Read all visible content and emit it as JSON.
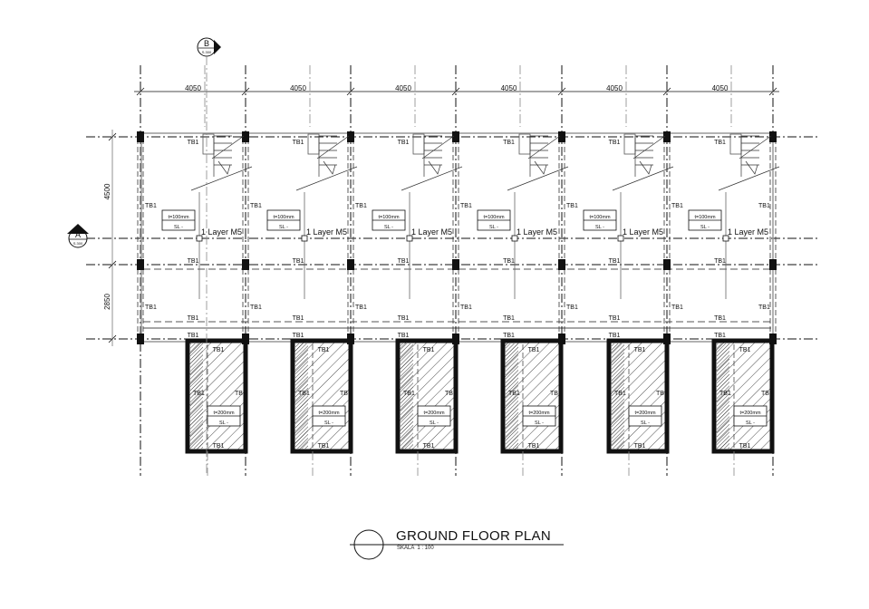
{
  "drawing": {
    "title": "GROUND FLOOR PLAN",
    "scale_label": "SKALA  1 : 100",
    "section_markers": [
      {
        "letter": "B",
        "sheet": "S.300"
      },
      {
        "letter": "A",
        "sheet": "S.300"
      }
    ],
    "top_dimensions": [
      "4050",
      "4050",
      "4050",
      "4050",
      "4050",
      "4050"
    ],
    "left_dimensions": [
      "4500",
      "2850"
    ],
    "beam_label": "TB1",
    "rebar_label": "1 Layer M5",
    "upper_slab_tag": {
      "thickness": "t=100mm",
      "level": "SL -"
    },
    "lower_slab_tag": {
      "thickness": "t=200mm",
      "level": "SL -"
    },
    "bay_count": 6
  },
  "colors": {
    "line": "#111111",
    "grid": "#222222",
    "grey": "#9a9a9a",
    "background": "#ffffff"
  }
}
